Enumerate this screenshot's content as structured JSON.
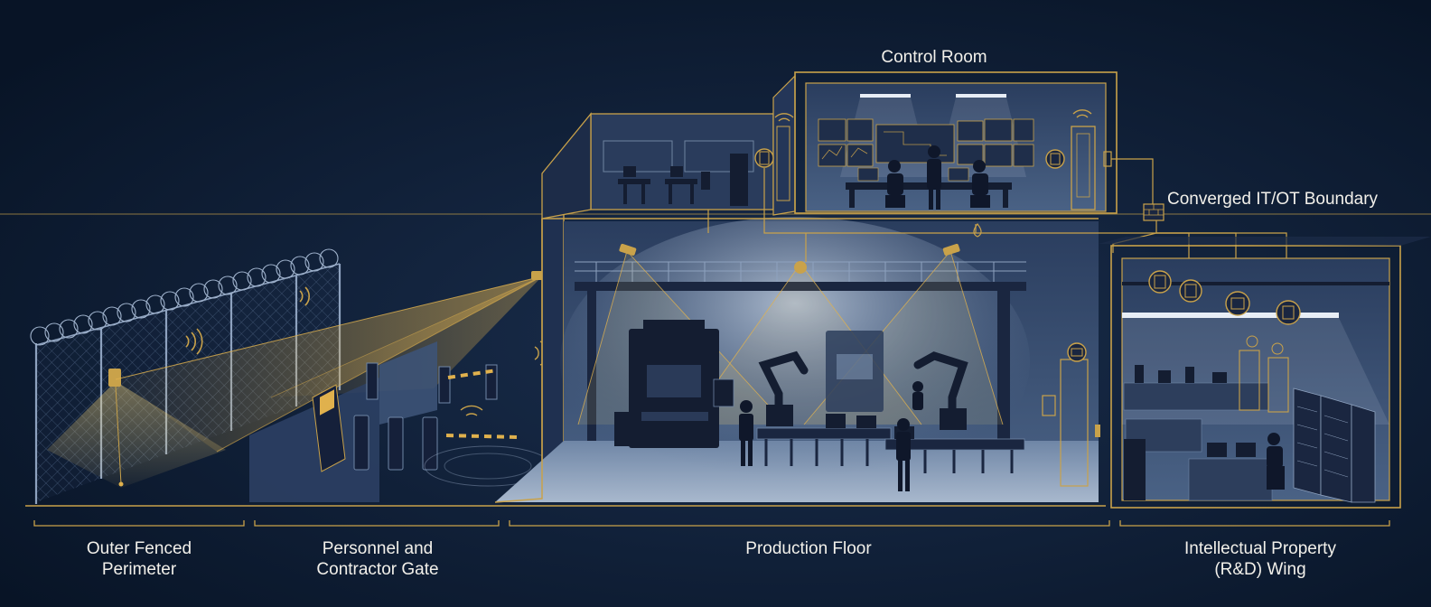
{
  "labels": {
    "control_room": "Control Room",
    "boundary": "Converged IT/OT Boundary",
    "perimeter": "Outer Fenced\nPerimeter",
    "gate": "Personnel and\nContractor Gate",
    "production": "Production Floor",
    "ip_wing": "Intellectual Property\n(R&D) Wing"
  },
  "colors": {
    "background": "#0b1a30",
    "gold_line": "#c9a24a",
    "room_fill": "#27395a",
    "light_fill": "#9fb2cc",
    "silhouette": "#10192b",
    "label_text": "#f2f0ea"
  },
  "icons": [
    "camera-icon",
    "wireless-signal-icon",
    "badge-reader-icon",
    "turnstile-icon",
    "firewall-icon",
    "robot-arm-icon",
    "server-rack-icon",
    "access-control-panel-icon",
    "checklist-icon"
  ]
}
